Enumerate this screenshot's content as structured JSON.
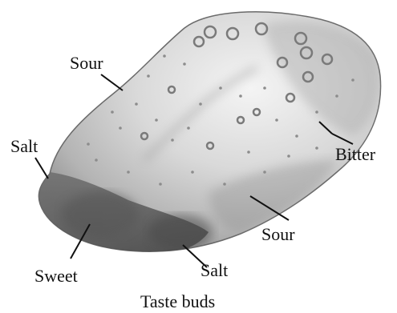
{
  "labels": {
    "sour_top": "Sour",
    "salt_left": "Salt",
    "bitter": "Bitter",
    "sour_right": "Sour",
    "sweet": "Sweet",
    "salt_bottom": "Salt"
  },
  "caption": "Taste buds"
}
